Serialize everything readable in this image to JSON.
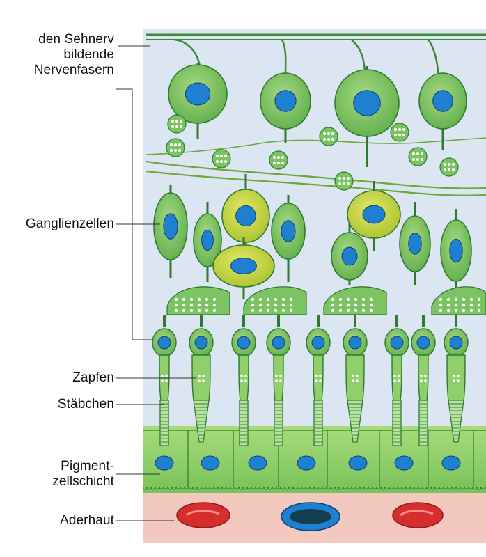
{
  "labels": {
    "optic_fibers": [
      "den Sehnerv",
      "bildende",
      "Nervenfasern"
    ],
    "ganglion": "Ganglienzellen",
    "cones": "Zapfen",
    "rods": "Stäbchen",
    "pigment": [
      "Pigment-",
      "zellschicht"
    ],
    "choroid": "Aderhaut"
  },
  "colors": {
    "background_fluid": "#dbe6f2",
    "cell_fill": "#7cc463",
    "cell_light": "#a8d982",
    "cell_outline": "#2f7a2e",
    "yellow_cell": "#c9d63a",
    "nucleus": "#1f7fd1",
    "pigment_layer": "#8fcf6a",
    "choroid": "#f2c8bf",
    "blood_red": "#d62d2d",
    "blood_blue": "#1f7fd1"
  }
}
